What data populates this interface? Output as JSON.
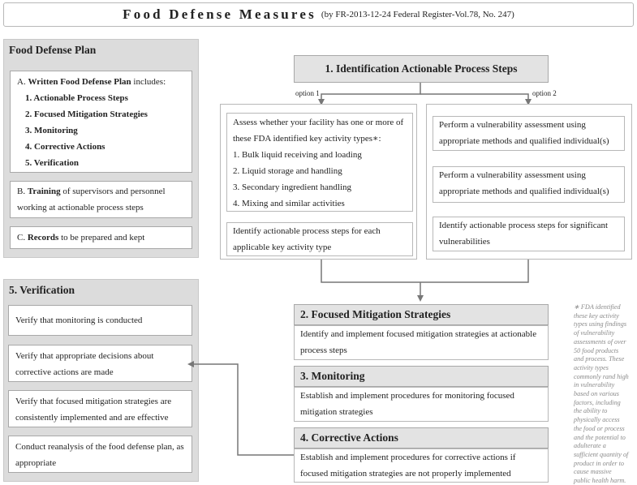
{
  "title": {
    "main": "Food Defense Measures",
    "sub": "(by FR-2013-12-24 Federal Register-Vol.78, No. 247)"
  },
  "plan": {
    "heading": "Food Defense Plan",
    "written": {
      "prefix": "A.",
      "strong": "Written Food Defense Plan",
      "rest": "includes:",
      "items": [
        "1. Actionable Process Steps",
        "2. Focused Mitigation Strategies",
        "3. Monitoring",
        "4. Corrective Actions",
        "5. Verification"
      ]
    },
    "training": {
      "prefix": "B.",
      "strong": "Training",
      "line1_rest": "of supervisors and personnel",
      "line2": "working at actionable process steps"
    },
    "records": {
      "prefix": "C.",
      "strong": "Records",
      "rest": "to be prepared and kept"
    }
  },
  "verification": {
    "heading": "5. Verification",
    "items": [
      {
        "line1": "Verify that monitoring is conducted",
        "line2": ""
      },
      {
        "line1": "Verify that appropriate decisions about",
        "line2": "corrective actions are made"
      },
      {
        "line1": "Verify that focused mitigation strategies are",
        "line2": "consistently implemented and are effective"
      },
      {
        "line1": "Conduct reanalysis of the food defense plan, as",
        "line2": "appropriate"
      }
    ]
  },
  "identification": {
    "heading": "1. Identification Actionable Process Steps",
    "option1_label": "option 1",
    "option2_label": "option 2",
    "option1": {
      "assess_lines": [
        "Assess whether your facility has one or more of",
        "these FDA identified key activity types∗:"
      ],
      "activities": [
        "1. Bulk liquid receiving and loading",
        "2. Liquid storage and handling",
        "3. Secondary ingredient handling",
        "4. Mixing and similar activities"
      ],
      "identify_lines": [
        "Identify actionable process steps for each",
        "applicable key activity type"
      ]
    },
    "option2": {
      "step1": [
        "Perform a vulnerability assessment using",
        "appropriate methods and qualified individual(s)"
      ],
      "step2": [
        "Perform a vulnerability assessment using",
        "appropriate methods and qualified individual(s)"
      ],
      "step3": [
        "Identify actionable process steps for significant",
        "vulnerabilities"
      ]
    }
  },
  "mitigation": {
    "heading": "2. Focused Mitigation Strategies",
    "lines": [
      "Identify and implement focused mitigation strategies at actionable",
      "process steps"
    ]
  },
  "monitoring": {
    "heading": "3. Monitoring",
    "lines": [
      "Establish and implement procedures for monitoring focused",
      "mitigation strategies"
    ]
  },
  "corrective": {
    "heading": "4. Corrective Actions",
    "lines": [
      "Establish and implement procedures for corrective actions if",
      "focused mitigation strategies are not properly implemented"
    ]
  },
  "footnote": {
    "lines": [
      "∗ FDA identified",
      "these key activity",
      "types using findings",
      "of vulnerability",
      "assessments of over",
      "50 food products",
      "and process. These",
      "activity types",
      "commonly rand high",
      "in vulnerability",
      "based on various",
      "factors, including",
      "the ability to",
      "physically access",
      "the food or process",
      "and the potential to",
      "adulterate a",
      "sufficient quantity of",
      "product in order to",
      "cause massive",
      "public health harm."
    ]
  },
  "colors": {
    "panel": "#dcdcdc",
    "header": "#e3e3e3",
    "border": "#a8a8a8",
    "arrow": "#777777",
    "note": "#8a8a8a"
  }
}
